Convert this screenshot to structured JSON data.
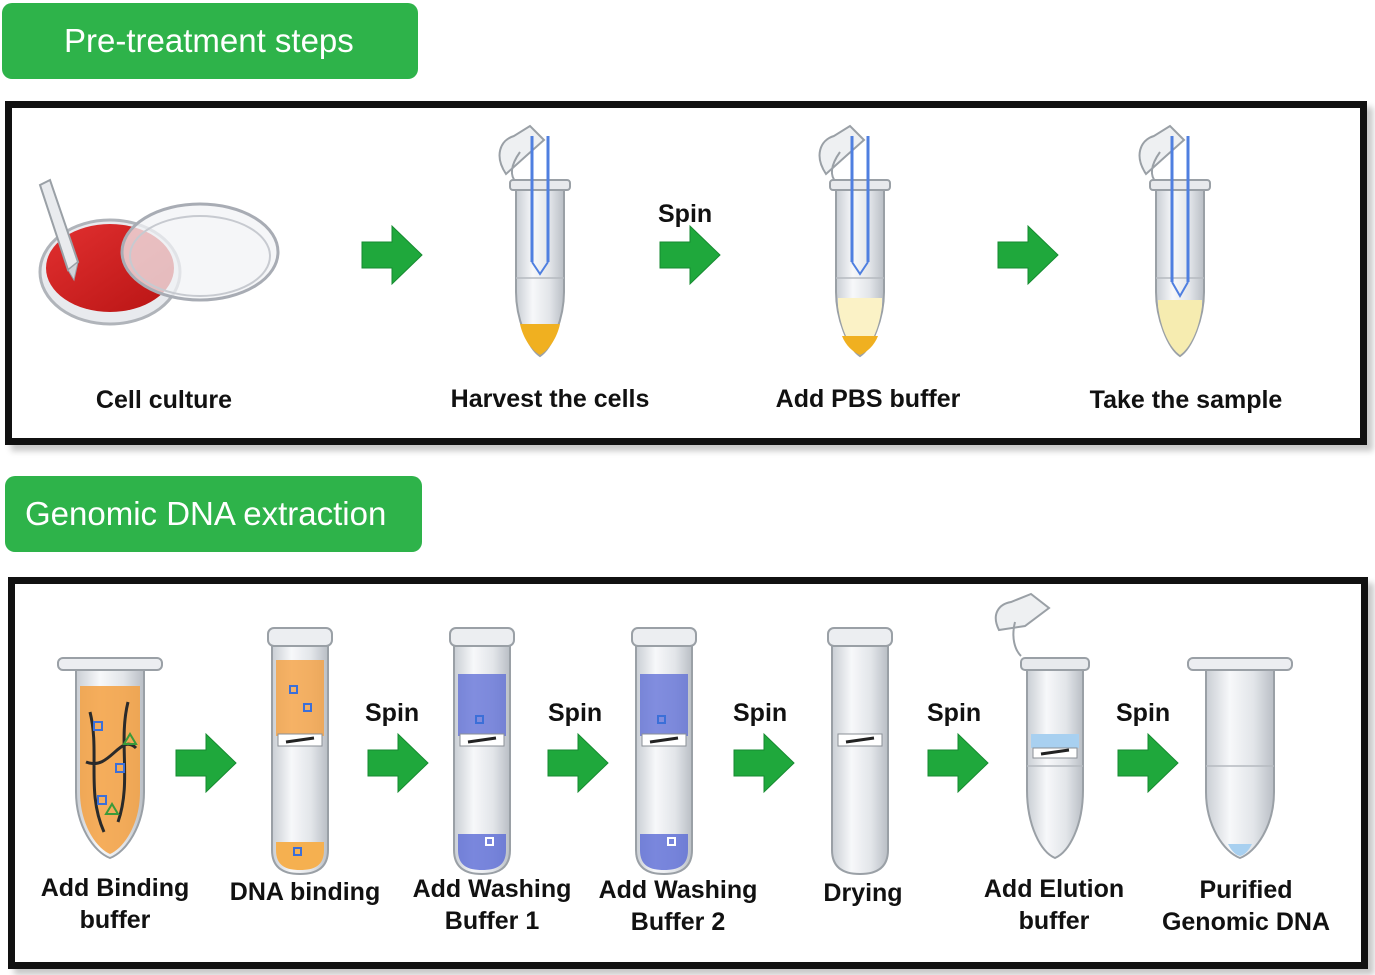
{
  "sections": {
    "pretreatment": {
      "title": "Pre-treatment steps",
      "steps": [
        "Cell culture",
        "Harvest the cells",
        "Add PBS buffer",
        "Take the sample"
      ],
      "spin_label": "Spin"
    },
    "extraction": {
      "title": "Genomic DNA extraction",
      "steps": [
        [
          "Add Binding",
          "buffer"
        ],
        [
          "DNA binding"
        ],
        [
          "Add Washing",
          "Buffer 1"
        ],
        [
          "Add Washing",
          "Buffer 2"
        ],
        [
          "Drying"
        ],
        [
          "Add Elution",
          "buffer"
        ],
        [
          "Purified",
          "Genomic DNA"
        ]
      ],
      "spin_labels": [
        "Spin",
        "Spin",
        "Spin",
        "Spin",
        "Spin"
      ]
    }
  },
  "colors": {
    "tab_green": "#2eb34a",
    "arrow_green": "#1fa83c",
    "culture_red": "#d42020",
    "sample_yellow": "#f0c040",
    "binding_orange": "#f5a040",
    "wash_blue": "#5a6ad6",
    "elution_blue": "#a8d0f0"
  },
  "icons": [
    "petri-dish-icon",
    "pipette-icon",
    "microtube-icon",
    "spin-column-icon",
    "arrow-right-icon"
  ]
}
